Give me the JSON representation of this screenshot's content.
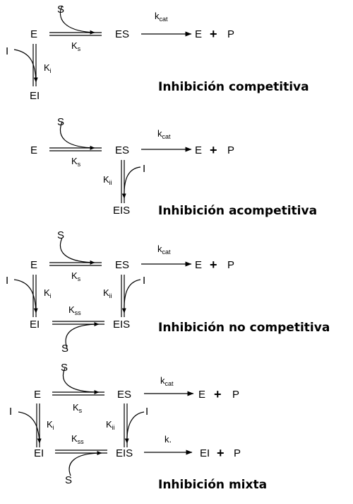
{
  "species": {
    "E": "E",
    "ES": "ES",
    "EI": "EI",
    "EIS": "EIS",
    "S": "S",
    "I": "I",
    "P": "P",
    "plus": "+"
  },
  "constants": {
    "K": "K",
    "k": "k",
    "s": "s",
    "i": "i",
    "ii": "ii",
    "ss": "ss",
    "cat": "cat",
    "k_dot": "k."
  },
  "titles": {
    "competitive": "Inhibición competitiva",
    "uncompetitive": "Inhibición acompetitiva",
    "noncompetitive": "Inhibición  no competitiva",
    "mixed": "Inhibición  mixta"
  }
}
